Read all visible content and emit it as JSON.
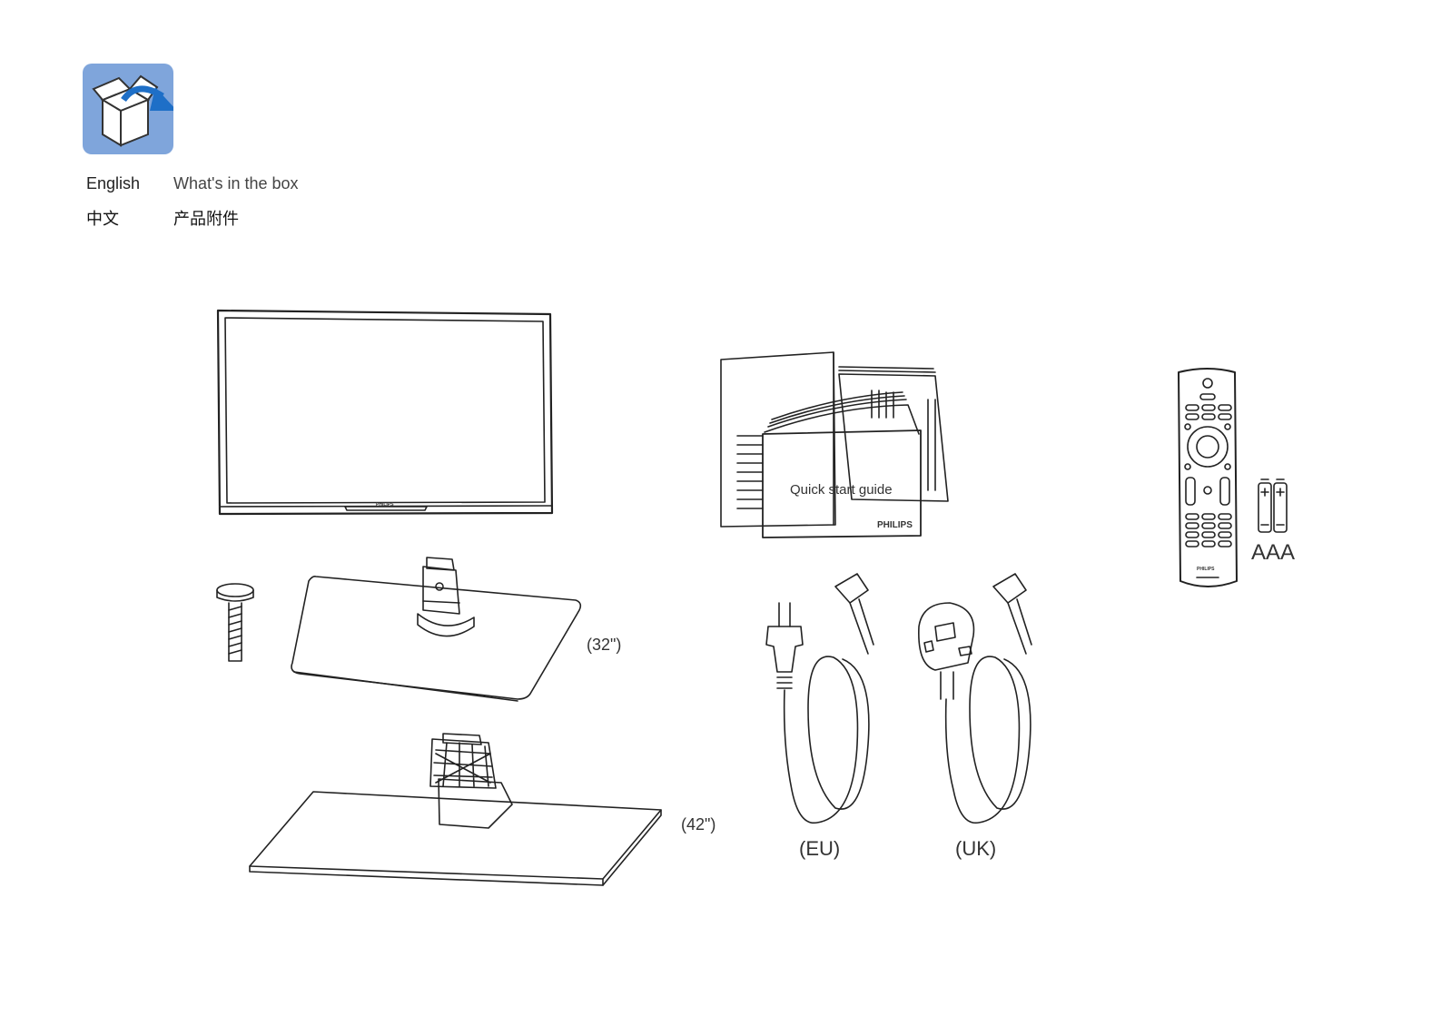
{
  "header": {
    "languages": [
      {
        "language": "English",
        "title": "What's in the box"
      },
      {
        "language": "中文",
        "title": "产品附件"
      }
    ]
  },
  "items": {
    "stand_32_label": "(32\")",
    "stand_42_label": "(42\")",
    "eu_cord_label": "(EU)",
    "uk_cord_label": "(UK)",
    "guide_title": "Quick start guide",
    "guide_brand": "PHILIPS",
    "battery_label": "AAA",
    "tv_brand": "PHILIPS",
    "remote_brand": "PHILIPS"
  },
  "colors": {
    "icon_bg": "#7fa5db",
    "arrow": "#1e6fc7",
    "guide_text": "#1e6fc7"
  }
}
